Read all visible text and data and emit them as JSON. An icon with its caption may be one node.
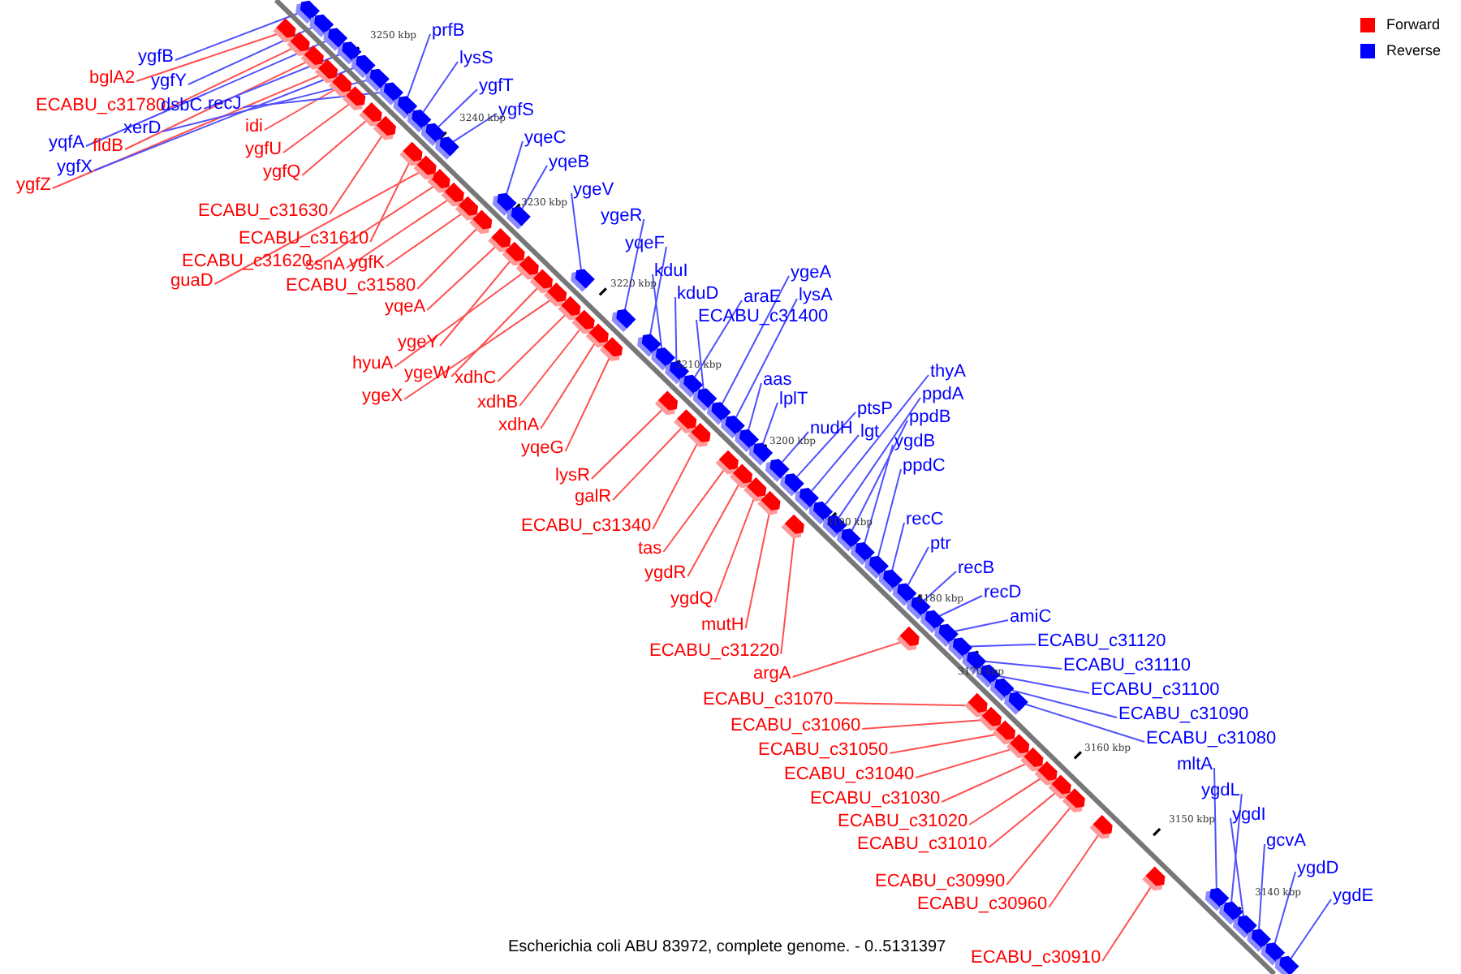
{
  "diagram": {
    "caption": "Escherichia coli ABU 83972, complete genome. - 0..5131397",
    "nodes": [
      {
        "text": [
          "ygfB"
        ]
      },
      {
        "text": [
          "bglA2"
        ]
      },
      {
        "text": [
          "ygfY"
        ]
      },
      {
        "text": [
          "ECABU_c31780"
        ]
      },
      {
        "text": [
          "dsbC"
        ]
      },
      {
        "text": [
          "recJ"
        ]
      },
      {
        "text": [
          "xerD"
        ]
      },
      {
        "text": [
          "yqfA"
        ]
      },
      {
        "text": [
          "fldB"
        ]
      },
      {
        "text": [
          "ygfX"
        ]
      },
      {
        "text": [
          "ygfZ"
        ]
      },
      {
        "text": [
          "prfB"
        ]
      },
      {
        "text": [
          "lysS"
        ]
      },
      {
        "text": [
          "ygfT"
        ]
      },
      {
        "text": [
          "ygfS"
        ]
      },
      {
        "text": [
          "idi"
        ]
      },
      {
        "text": [
          "ygfU"
        ]
      },
      {
        "text": [
          "ygfQ"
        ]
      },
      {
        "text": [
          "ECABU_c31630"
        ]
      },
      {
        "text": [
          "ECABU_c31610"
        ]
      },
      {
        "text": [
          "ECABU_c31620"
        ]
      },
      {
        "text": [
          "ssnA"
        ]
      },
      {
        "text": [
          "ygfK"
        ]
      },
      {
        "text": [
          "guaD"
        ]
      },
      {
        "text": [
          "ECABU_c31580"
        ]
      },
      {
        "text": [
          "yqeA"
        ]
      },
      {
        "text": [
          "ygeY"
        ]
      },
      {
        "text": [
          "hyuA"
        ]
      },
      {
        "text": [
          "ygeW"
        ]
      },
      {
        "text": [
          "ygeX"
        ]
      },
      {
        "text": [
          "xdhC"
        ]
      },
      {
        "text": [
          "xdhB"
        ]
      },
      {
        "text": [
          "xdhA"
        ]
      },
      {
        "text": [
          "yqeG"
        ]
      },
      {
        "text": [
          "yqeC"
        ]
      },
      {
        "text": [
          "yqeB"
        ]
      },
      {
        "text": [
          "ygeV"
        ]
      },
      {
        "text": [
          "ygeR"
        ]
      },
      {
        "text": [
          "yqeF"
        ]
      },
      {
        "text": [
          "kduI"
        ]
      },
      {
        "text": [
          "kduD"
        ]
      },
      {
        "text": [
          "ygeA"
        ]
      },
      {
        "text": [
          "araE"
        ]
      },
      {
        "text": [
          "lysA"
        ]
      },
      {
        "text": [
          "ECABU_c31400"
        ]
      },
      {
        "text": [
          "aas"
        ]
      },
      {
        "text": [
          "lplT"
        ]
      },
      {
        "text": [
          "thyA"
        ]
      },
      {
        "text": [
          "ppdA"
        ]
      },
      {
        "text": [
          "ptsP"
        ]
      },
      {
        "text": [
          "ppdB"
        ]
      },
      {
        "text": [
          "nudH"
        ]
      },
      {
        "text": [
          "lgt"
        ]
      },
      {
        "text": [
          "ygdB"
        ]
      },
      {
        "text": [
          "ppdC"
        ]
      },
      {
        "text": [
          "lysR"
        ]
      },
      {
        "text": [
          "galR"
        ]
      },
      {
        "text": [
          "ECABU_c31340"
        ]
      },
      {
        "text": [
          "tas"
        ]
      },
      {
        "text": [
          "ygdR"
        ]
      },
      {
        "text": [
          "recC"
        ]
      },
      {
        "text": [
          "ptr"
        ]
      },
      {
        "text": [
          "ygdQ"
        ]
      },
      {
        "text": [
          "recB"
        ]
      },
      {
        "text": [
          "recD"
        ]
      },
      {
        "text": [
          "mutH"
        ]
      },
      {
        "text": [
          "amiC"
        ]
      },
      {
        "text": [
          "ECABU_c31220"
        ]
      },
      {
        "text": [
          "ECABU_c31120"
        ]
      },
      {
        "text": [
          "argA"
        ]
      },
      {
        "text": [
          "ECABU_c31110"
        ]
      },
      {
        "text": [
          "ECABU_c31070"
        ]
      },
      {
        "text": [
          "ECABU_c31100"
        ]
      },
      {
        "text": [
          "ECABU_c31060"
        ]
      },
      {
        "text": [
          "ECABU_c31090"
        ]
      },
      {
        "text": [
          "ECABU_c31050"
        ]
      },
      {
        "text": [
          "ECABU_c31080"
        ]
      },
      {
        "text": [
          "ECABU_c31040"
        ]
      },
      {
        "text": [
          "mltA"
        ]
      },
      {
        "text": [
          "ECABU_c31030"
        ]
      },
      {
        "text": [
          "ygdL"
        ]
      },
      {
        "text": [
          "ECABU_c31020"
        ]
      },
      {
        "text": [
          "ygdI"
        ]
      },
      {
        "text": [
          "ECABU_c31010"
        ]
      },
      {
        "text": [
          "gcvA"
        ]
      },
      {
        "text": [
          "ygdD"
        ]
      },
      {
        "text": [
          "ECABU_c30990"
        ]
      },
      {
        "text": [
          "ygdE"
        ]
      },
      {
        "text": [
          "ECABU_c30960"
        ]
      },
      {
        "text": [
          "ECABU_c30910"
        ]
      },
      {
        "text": [],
        "shape": "arrow"
      },
      {
        "text": [],
        "shape": "arrow"
      },
      {
        "text": [],
        "shape": "arrow"
      },
      {
        "text": [],
        "shape": "arrow"
      },
      {
        "text": [],
        "shape": "arrow"
      },
      {
        "text": [],
        "shape": "arrow"
      },
      {
        "text": [],
        "shape": "arrow"
      },
      {
        "text": [],
        "shape": "arrow"
      },
      {
        "text": [],
        "shape": "arrow"
      },
      {
        "text": [],
        "shape": "arrow"
      },
      {
        "text": [],
        "shape": "arrow"
      },
      {
        "text": [],
        "shape": "arrow"
      },
      {
        "text": [],
        "shape": "arrow"
      },
      {
        "text": [],
        "shape": "arrow"
      },
      {
        "text": [],
        "shape": "arrow"
      },
      {
        "text": [],
        "shape": "arrow"
      },
      {
        "text": [],
        "shape": "arrow"
      },
      {
        "text": [],
        "shape": "arrow"
      },
      {
        "text": [],
        "shape": "arrow"
      },
      {
        "text": [],
        "shape": "arrow"
      },
      {
        "text": [],
        "shape": "arrow"
      },
      {
        "text": [],
        "shape": "arrow"
      },
      {
        "text": [],
        "shape": "arrow"
      },
      {
        "text": [],
        "shape": "arrow"
      },
      {
        "text": [],
        "shape": "arrow"
      },
      {
        "text": [],
        "shape": "arrow"
      },
      {
        "text": [],
        "shape": "arrow"
      },
      {
        "text": [],
        "shape": "arrow"
      },
      {
        "text": [],
        "shape": "arrow"
      },
      {
        "text": [],
        "shape": "arrow"
      },
      {
        "text": [],
        "shape": "arrow"
      },
      {
        "text": [],
        "shape": "arrow"
      },
      {
        "text": [],
        "shape": "arrow"
      },
      {
        "text": [],
        "shape": "arrow"
      },
      {
        "text": [],
        "shape": "arrow"
      },
      {
        "text": [],
        "shape": "arrow"
      },
      {
        "text": [],
        "shape": "arrow"
      },
      {
        "text": [],
        "shape": "arrow"
      },
      {
        "text": [],
        "shape": "arrow"
      },
      {
        "text": [],
        "shape": "arrow"
      },
      {
        "text": [],
        "shape": "arrow"
      },
      {
        "text": [],
        "shape": "arrow"
      },
      {
        "text": [],
        "shape": "arrow"
      },
      {
        "text": [],
        "shape": "arrow"
      },
      {
        "text": [],
        "shape": "arrow"
      },
      {
        "text": [],
        "shape": "arrow"
      },
      {
        "text": [],
        "shape": "arrow"
      },
      {
        "text": [],
        "shape": "arrow"
      },
      {
        "text": [],
        "shape": "arrow"
      },
      {
        "text": [],
        "shape": "arrow"
      },
      {
        "text": [],
        "shape": "arrow"
      },
      {
        "text": [],
        "shape": "arrow"
      },
      {
        "text": [],
        "shape": "arrow"
      },
      {
        "text": [],
        "shape": "arrow"
      },
      {
        "text": [],
        "shape": "arrow"
      },
      {
        "text": [],
        "shape": "arrow"
      },
      {
        "text": [],
        "shape": "arrow"
      },
      {
        "text": [],
        "shape": "arrow"
      },
      {
        "text": [],
        "shape": "arrow"
      },
      {
        "text": [],
        "shape": "arrow"
      },
      {
        "text": [],
        "shape": "arrow"
      },
      {
        "text": [],
        "shape": "arrow"
      },
      {
        "text": [],
        "shape": "arrow"
      },
      {
        "text": [],
        "shape": "arrow"
      },
      {
        "text": [],
        "shape": "arrow"
      },
      {
        "text": [],
        "shape": "arrow"
      },
      {
        "text": [],
        "shape": "arrow"
      },
      {
        "text": [],
        "shape": "arrow"
      },
      {
        "text": [],
        "shape": "arrow"
      },
      {
        "text": [],
        "shape": "arrow"
      },
      {
        "text": [],
        "shape": "arrow"
      },
      {
        "text": [],
        "shape": "arrow"
      },
      {
        "text": [],
        "shape": "arrow"
      },
      {
        "text": [],
        "shape": "arrow"
      },
      {
        "text": [],
        "shape": "arrow"
      },
      {
        "text": [],
        "shape": "arrow"
      },
      {
        "text": [],
        "shape": "arrow"
      },
      {
        "text": [],
        "shape": "arrow"
      },
      {
        "text": [],
        "shape": "arrow"
      },
      {
        "text": [],
        "shape": "arrow"
      },
      {
        "text": [],
        "shape": "arrow"
      },
      {
        "text": [],
        "shape": "arrow"
      },
      {
        "text": [],
        "shape": "arrow"
      },
      {
        "text": [],
        "shape": "arrow"
      },
      {
        "text": [],
        "shape": "arrow"
      },
      {
        "text": [],
        "shape": "arrow"
      },
      {
        "text": [],
        "shape": "arrow"
      },
      {
        "text": [],
        "shape": "arrow"
      },
      {
        "text": [],
        "shape": "arrow"
      },
      {
        "text": [],
        "shape": "arrow"
      }
    ],
    "edges": [
      {
        "from": 0,
        "to": 90,
        "arrow": "none"
      },
      {
        "from": 1,
        "to": 91,
        "arrow": "none",
        "color": "#ff5050"
      },
      {
        "from": 2,
        "to": 92,
        "arrow": "none"
      },
      {
        "from": 3,
        "to": 93,
        "arrow": "none",
        "color": "#ff5050"
      },
      {
        "from": 4,
        "to": 94,
        "arrow": "none"
      },
      {
        "from": 5,
        "to": 95,
        "arrow": "none"
      },
      {
        "from": 6,
        "to": 96,
        "arrow": "none"
      },
      {
        "from": 7,
        "to": 97,
        "arrow": "none"
      },
      {
        "from": 8,
        "to": 98,
        "arrow": "none",
        "color": "#ff5050"
      },
      {
        "from": 9,
        "to": 99,
        "arrow": "none"
      },
      {
        "from": 10,
        "to": 100,
        "arrow": "none",
        "color": "#ff5050"
      },
      {
        "from": 11,
        "to": 101,
        "arrow": "none"
      },
      {
        "from": 12,
        "to": 102,
        "arrow": "none"
      },
      {
        "from": 13,
        "to": 103,
        "arrow": "none"
      },
      {
        "from": 14,
        "to": 104,
        "arrow": "none"
      },
      {
        "from": 15,
        "to": 105,
        "arrow": "none",
        "color": "#ff5050"
      },
      {
        "from": 16,
        "to": 106,
        "arrow": "none",
        "color": "#ff5050"
      },
      {
        "from": 17,
        "to": 107,
        "arrow": "none",
        "color": "#ff5050"
      },
      {
        "from": 18,
        "to": 108,
        "arrow": "none",
        "color": "#ff5050"
      },
      {
        "from": 19,
        "to": 109,
        "arrow": "none",
        "color": "#ff5050"
      },
      {
        "from": 20,
        "to": 110,
        "arrow": "none",
        "color": "#ff5050"
      },
      {
        "from": 21,
        "to": 111,
        "arrow": "none",
        "color": "#ff5050"
      },
      {
        "from": 22,
        "to": 112,
        "arrow": "none",
        "color": "#ff5050"
      },
      {
        "from": 23,
        "to": 113,
        "arrow": "none",
        "color": "#ff5050"
      },
      {
        "from": 24,
        "to": 114,
        "arrow": "none",
        "color": "#ff5050"
      },
      {
        "from": 25,
        "to": 115,
        "arrow": "none",
        "color": "#ff5050"
      },
      {
        "from": 26,
        "to": 116,
        "arrow": "none",
        "color": "#ff5050"
      },
      {
        "from": 27,
        "to": 117,
        "arrow": "none",
        "color": "#ff5050"
      },
      {
        "from": 28,
        "to": 118,
        "arrow": "none",
        "color": "#ff5050"
      },
      {
        "from": 29,
        "to": 119,
        "arrow": "none",
        "color": "#ff5050"
      },
      {
        "from": 30,
        "to": 120,
        "arrow": "none",
        "color": "#ff5050"
      },
      {
        "from": 31,
        "to": 121,
        "arrow": "none",
        "color": "#ff5050"
      },
      {
        "from": 32,
        "to": 122,
        "arrow": "none",
        "color": "#ff5050"
      },
      {
        "from": 33,
        "to": 123,
        "arrow": "none",
        "color": "#ff5050"
      },
      {
        "from": 34,
        "to": 124,
        "arrow": "none"
      },
      {
        "from": 35,
        "to": 125,
        "arrow": "none"
      },
      {
        "from": 36,
        "to": 126,
        "arrow": "none"
      },
      {
        "from": 37,
        "to": 127,
        "arrow": "none"
      },
      {
        "from": 38,
        "to": 128,
        "arrow": "none"
      },
      {
        "from": 39,
        "to": 129,
        "arrow": "none"
      },
      {
        "from": 40,
        "to": 130,
        "arrow": "none"
      },
      {
        "from": 41,
        "to": 131,
        "arrow": "none"
      },
      {
        "from": 42,
        "to": 132,
        "arrow": "none"
      },
      {
        "from": 43,
        "to": 133,
        "arrow": "none"
      },
      {
        "from": 44,
        "to": 134,
        "arrow": "none"
      },
      {
        "from": 45,
        "to": 135,
        "arrow": "none"
      },
      {
        "from": 46,
        "to": 136,
        "arrow": "none"
      },
      {
        "from": 47,
        "to": 137,
        "arrow": "none"
      },
      {
        "from": 48,
        "to": 138,
        "arrow": "none"
      },
      {
        "from": 49,
        "to": 139,
        "arrow": "none"
      },
      {
        "from": 50,
        "to": 140,
        "arrow": "none"
      },
      {
        "from": 51,
        "to": 141,
        "arrow": "none"
      },
      {
        "from": 52,
        "to": 142,
        "arrow": "none"
      },
      {
        "from": 53,
        "to": 143,
        "arrow": "none"
      },
      {
        "from": 54,
        "to": 144,
        "arrow": "none"
      },
      {
        "from": 55,
        "to": 145,
        "arrow": "none",
        "color": "#ff5050"
      },
      {
        "from": 56,
        "to": 146,
        "arrow": "none",
        "color": "#ff5050"
      },
      {
        "from": 57,
        "to": 147,
        "arrow": "none",
        "color": "#ff5050"
      },
      {
        "from": 58,
        "to": 148,
        "arrow": "none",
        "color": "#ff5050"
      },
      {
        "from": 59,
        "to": 149,
        "arrow": "none",
        "color": "#ff5050"
      },
      {
        "from": 60,
        "to": 150,
        "arrow": "none"
      },
      {
        "from": 61,
        "to": 151,
        "arrow": "none"
      },
      {
        "from": 62,
        "to": 152,
        "arrow": "none",
        "color": "#ff5050"
      },
      {
        "from": 63,
        "to": 153,
        "arrow": "none"
      },
      {
        "from": 64,
        "to": 154,
        "arrow": "none"
      },
      {
        "from": 65,
        "to": 155,
        "arrow": "none",
        "color": "#ff5050"
      },
      {
        "from": 66,
        "to": 156,
        "arrow": "none"
      },
      {
        "from": 67,
        "to": 157,
        "arrow": "none",
        "color": "#ff5050"
      },
      {
        "from": 68,
        "to": 158,
        "arrow": "none"
      },
      {
        "from": 69,
        "to": 159,
        "arrow": "none",
        "color": "#ff5050"
      },
      {
        "from": 70,
        "to": 160,
        "arrow": "none"
      },
      {
        "from": 71,
        "to": 161,
        "arrow": "none",
        "color": "#ff5050"
      },
      {
        "from": 72,
        "to": 162,
        "arrow": "none"
      },
      {
        "from": 73,
        "to": 163,
        "arrow": "none",
        "color": "#ff5050"
      },
      {
        "from": 74,
        "to": 164,
        "arrow": "none"
      },
      {
        "from": 75,
        "to": 165,
        "arrow": "none",
        "color": "#ff5050"
      },
      {
        "from": 76,
        "to": 166,
        "arrow": "none"
      },
      {
        "from": 77,
        "to": 167,
        "arrow": "none",
        "color": "#ff5050"
      },
      {
        "from": 78,
        "to": 168,
        "arrow": "none"
      },
      {
        "from": 79,
        "to": 169,
        "arrow": "none",
        "color": "#ff5050"
      },
      {
        "from": 80,
        "to": 170,
        "arrow": "none"
      },
      {
        "from": 81,
        "to": 171,
        "arrow": "none",
        "color": "#ff5050"
      },
      {
        "from": 82,
        "to": 172,
        "arrow": "none"
      },
      {
        "from": 83,
        "to": 173,
        "arrow": "none",
        "color": "#ff5050"
      },
      {
        "from": 84,
        "to": 174,
        "arrow": "none"
      },
      {
        "from": 85,
        "to": 175,
        "arrow": "none"
      },
      {
        "from": 86,
        "to": 176,
        "arrow": "none",
        "color": "#ff5050"
      },
      {
        "from": 87,
        "to": 177,
        "arrow": "none"
      },
      {
        "from": 88,
        "to": 178,
        "arrow": "none",
        "color": "#ff5050"
      },
      {
        "from": 89,
        "to": 179,
        "arrow": "none",
        "color": "#ff5050"
      }
    ],
    "labels": [
      "3250 kbp",
      "3240 kbp",
      "3230 kbp",
      "3220 kbp",
      "3210 kbp",
      "3200 kbp",
      "3190 kbp",
      "3180 kbp",
      "3170 kbp",
      "3160 kbp",
      "3150 kbp",
      "3140 kbp"
    ],
    "legend": [
      {
        "text": "Forward",
        "color": "#ff0000"
      },
      {
        "text": "Reverse",
        "color": "#0000ff"
      }
    ]
  }
}
